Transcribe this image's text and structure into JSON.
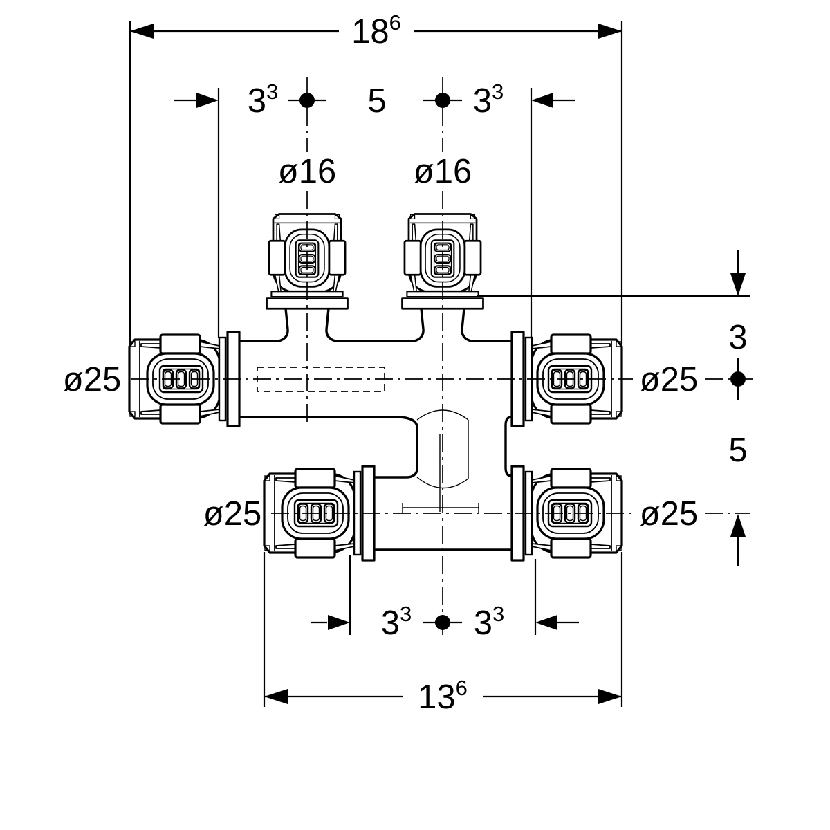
{
  "drawing": {
    "type": "technical dimensional drawing",
    "subject": "pipe manifold fitting with press connectors",
    "colors": {
      "line": "#000000",
      "background": "#ffffff"
    },
    "labels": {
      "dim_overall_top": {
        "value": "18",
        "sup": "6"
      },
      "dim_top_left": {
        "value": "3",
        "sup": "3"
      },
      "dim_top_center": "5",
      "dim_top_right": {
        "value": "3",
        "sup": "3"
      },
      "branch_left": "ø16",
      "branch_right": "ø16",
      "port_upper_left": "ø25",
      "port_upper_right": "ø25",
      "port_lower_left": "ø25",
      "port_lower_right": "ø25",
      "dim_right_offset": "3",
      "dim_right_spacing": "5",
      "dim_bottom_left": {
        "value": "3",
        "sup": "3"
      },
      "dim_bottom_right": {
        "value": "3",
        "sup": "3"
      },
      "dim_overall_bottom": {
        "value": "13",
        "sup": "6"
      }
    }
  }
}
